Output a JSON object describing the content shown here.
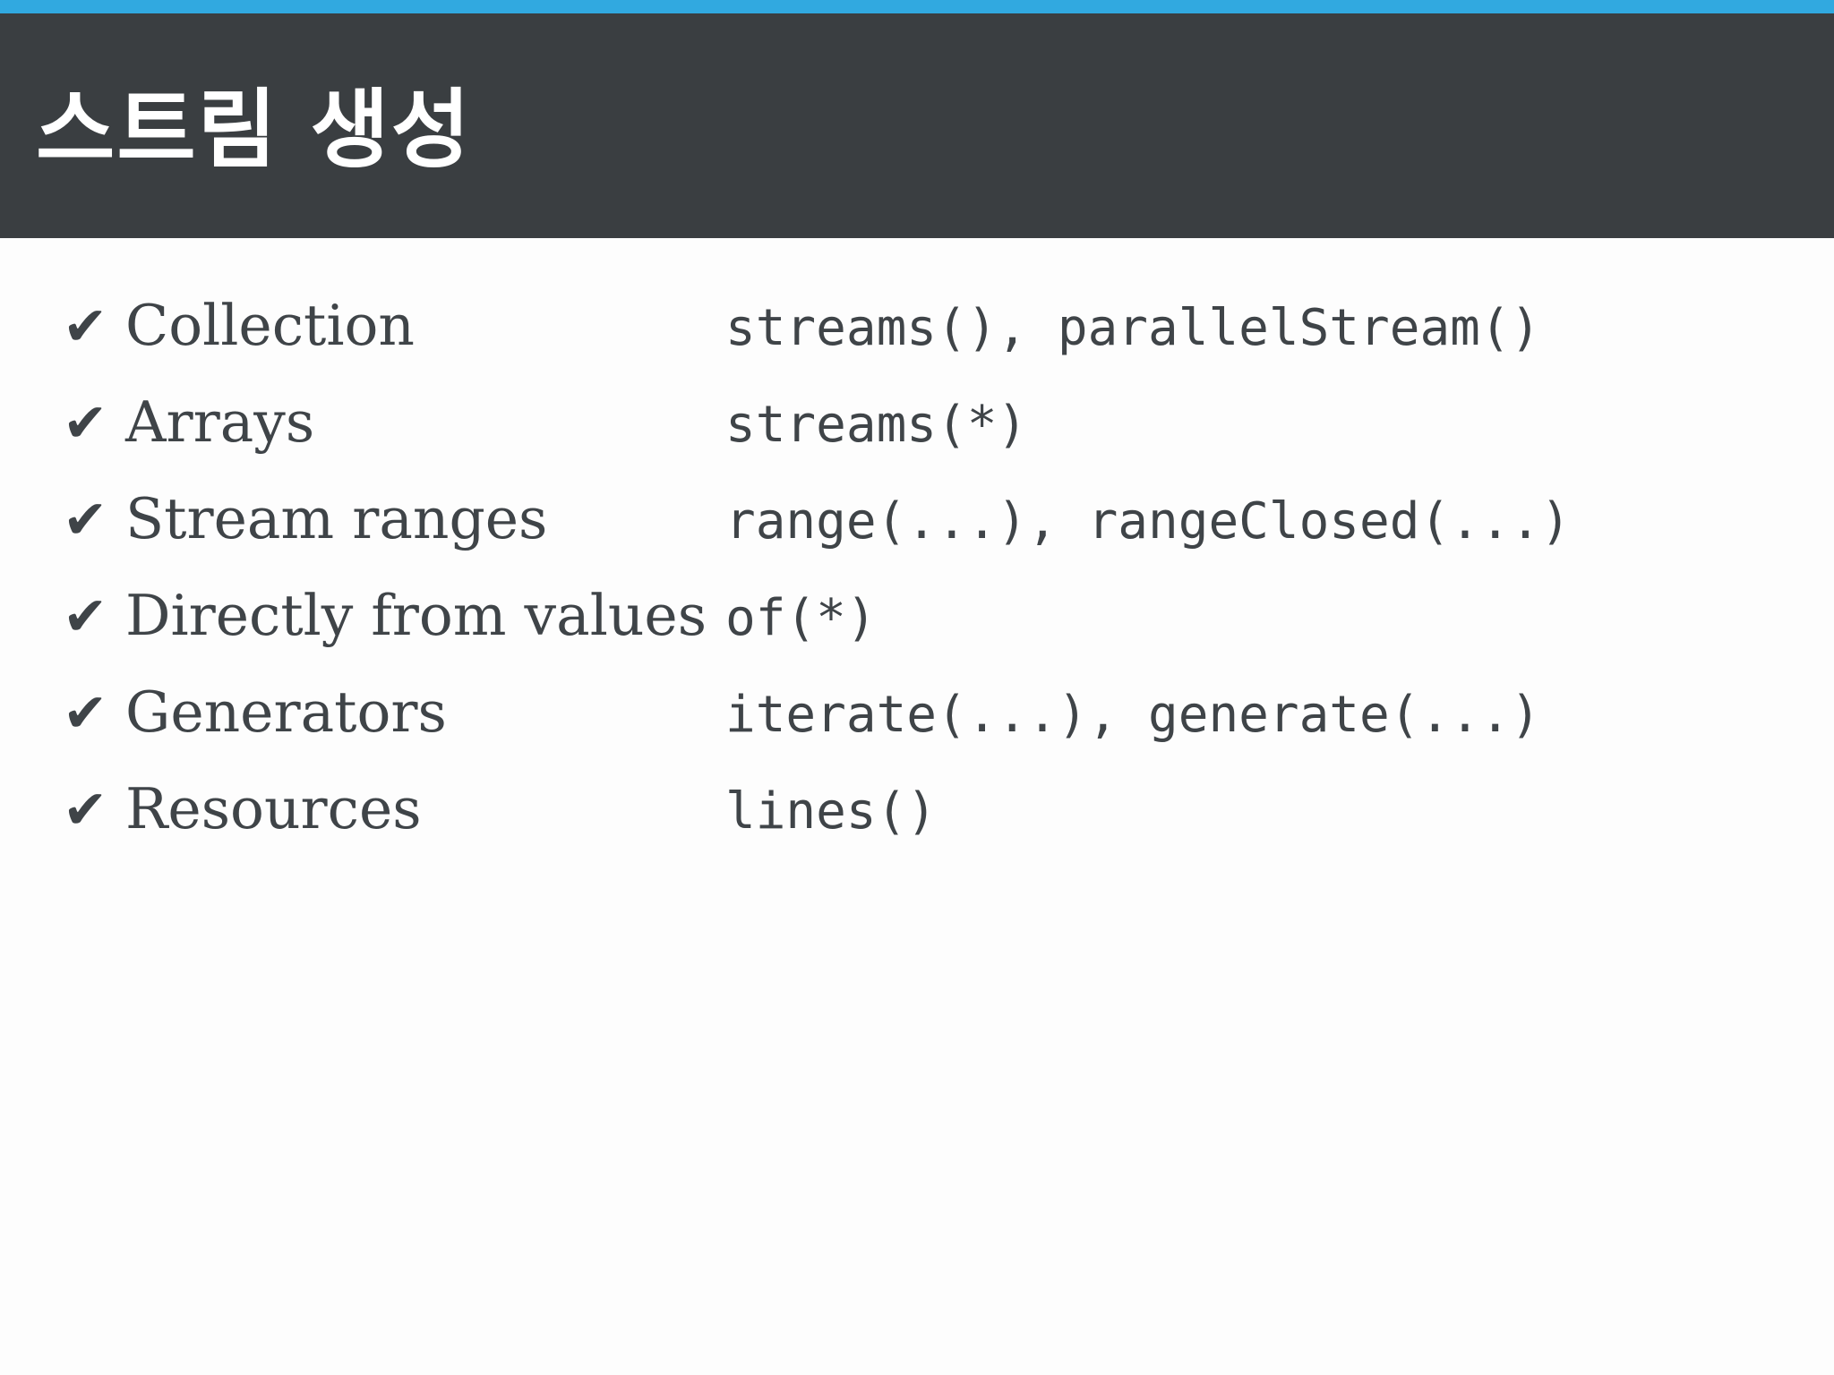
{
  "slide": {
    "title": "스트림 생성",
    "bullet_glyph": "✔",
    "rows": [
      {
        "label": "Collection",
        "code": "streams(), parallelStream()"
      },
      {
        "label": "Arrays",
        "code": "streams(*)"
      },
      {
        "label": "Stream ranges",
        "code": "range(...), rangeClosed(...)"
      },
      {
        "label": "Directly from values",
        "code": "of(*)"
      },
      {
        "label": "Generators",
        "code": "iterate(...), generate(...)"
      },
      {
        "label": "Resources",
        "code": "lines()"
      }
    ],
    "colors": {
      "top_bar": "#31A9E0",
      "header_bg": "#3A3E41",
      "title_text": "#FFFFFF",
      "body_bg": "#FDFDFD",
      "body_text": "#3F4448"
    }
  }
}
